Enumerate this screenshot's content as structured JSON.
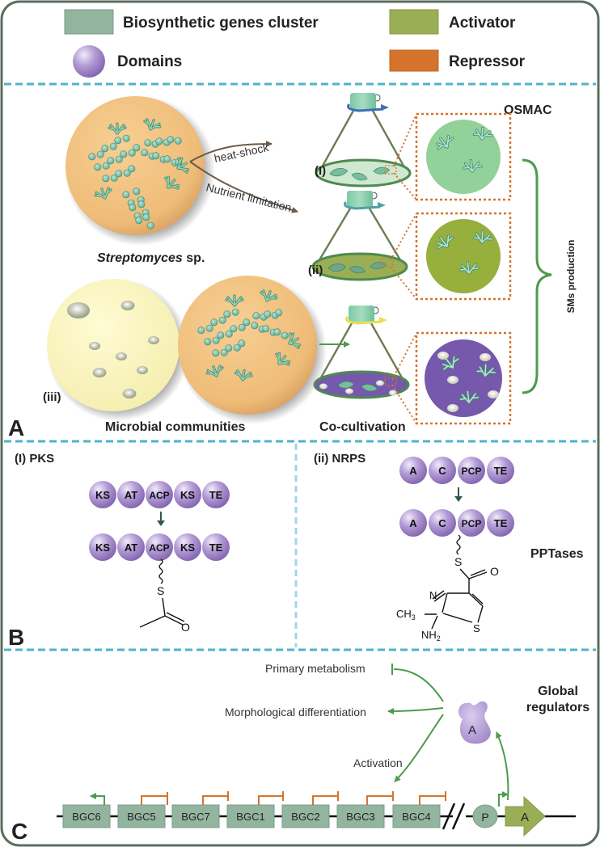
{
  "legend": {
    "bgc": "Biosynthetic genes cluster",
    "activator": "Activator",
    "domains": "Domains",
    "repressor": "Repressor"
  },
  "panel_a": {
    "letter": "A",
    "osmac": "OSMAC",
    "heat_shock": "heat-shock",
    "nutrient": "Nutrient limitation",
    "organism_italic": "Streptomyces",
    "organism_rest": " sp.",
    "label_i": "(I)",
    "label_ii": "(ii)",
    "label_iii": "(iii)",
    "sms_production": "SMs production",
    "microbial": "Microbial communities",
    "cocultivation": "Co-cultivation"
  },
  "panel_b": {
    "letter": "B",
    "pks_title": "(I) PKS",
    "nrps_title": "(ii) NRPS",
    "pptases": "PPTases",
    "pks_domains": [
      "KS",
      "AT",
      "ACP",
      "KS",
      "TE"
    ],
    "nrps_domains": [
      "A",
      "C",
      "PCP",
      "TE"
    ],
    "atom_s": "S",
    "atom_o": "O",
    "atom_n": "N",
    "ch3": "CH",
    "ch3_sub": "3",
    "nh2": "NH",
    "nh2_sub": "2"
  },
  "panel_c": {
    "letter": "C",
    "primary": "Primary metabolism",
    "morph": "Morphological differentiation",
    "activation": "Activation",
    "global": "Global",
    "regulators": "regulators",
    "activator_label": "A",
    "promoter": "P",
    "gene_a": "A",
    "bgcs": [
      "BGC6",
      "BGC5",
      "BGC7",
      "BGC1",
      "BGC2",
      "BGC3",
      "BGC4"
    ]
  },
  "colors": {
    "border": "#5c6e5f",
    "dashed": "#4fb3c9",
    "bgc": "#93b5a0",
    "activator": "#9aae55",
    "repressor": "#d4742c",
    "domain": "#a98ccc",
    "arrow": "#4e9a4e"
  }
}
